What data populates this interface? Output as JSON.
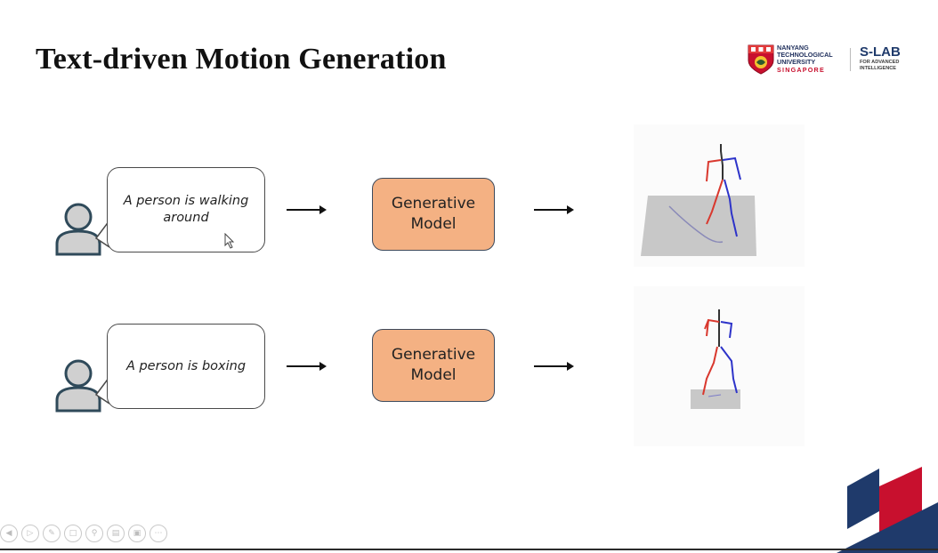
{
  "slide": {
    "title": "Text-driven Motion Generation"
  },
  "logos": {
    "ntu": {
      "line1": "NANYANG",
      "line2": "TECHNOLOGICAL",
      "line3": "UNIVERSITY",
      "line4": "SINGAPORE"
    },
    "slab": {
      "main": "S-LAB",
      "sub1": "FOR ADVANCED",
      "sub2": "INTELLIGENCE"
    }
  },
  "rows": [
    {
      "prompt": "A person is walking around",
      "model_label": "Generative Model"
    },
    {
      "prompt": "A person is boxing",
      "model_label": "Generative Model"
    }
  ],
  "toolbar": {
    "buttons": [
      "prev-icon",
      "play-icon",
      "pen-icon",
      "copy-icon",
      "zoom-icon",
      "slides-icon",
      "subtitles-icon",
      "more-icon"
    ]
  },
  "colors": {
    "model_fill": "#f4b183",
    "person_fill": "#d0d0d0",
    "person_stroke": "#2f4a5a",
    "skeleton_left": "#d9382e",
    "skeleton_right": "#2d33c9",
    "skeleton_spine": "#333333",
    "floor": "#c8c8c8",
    "accent_red": "#c8102e",
    "accent_navy": "#1f3a6b"
  }
}
